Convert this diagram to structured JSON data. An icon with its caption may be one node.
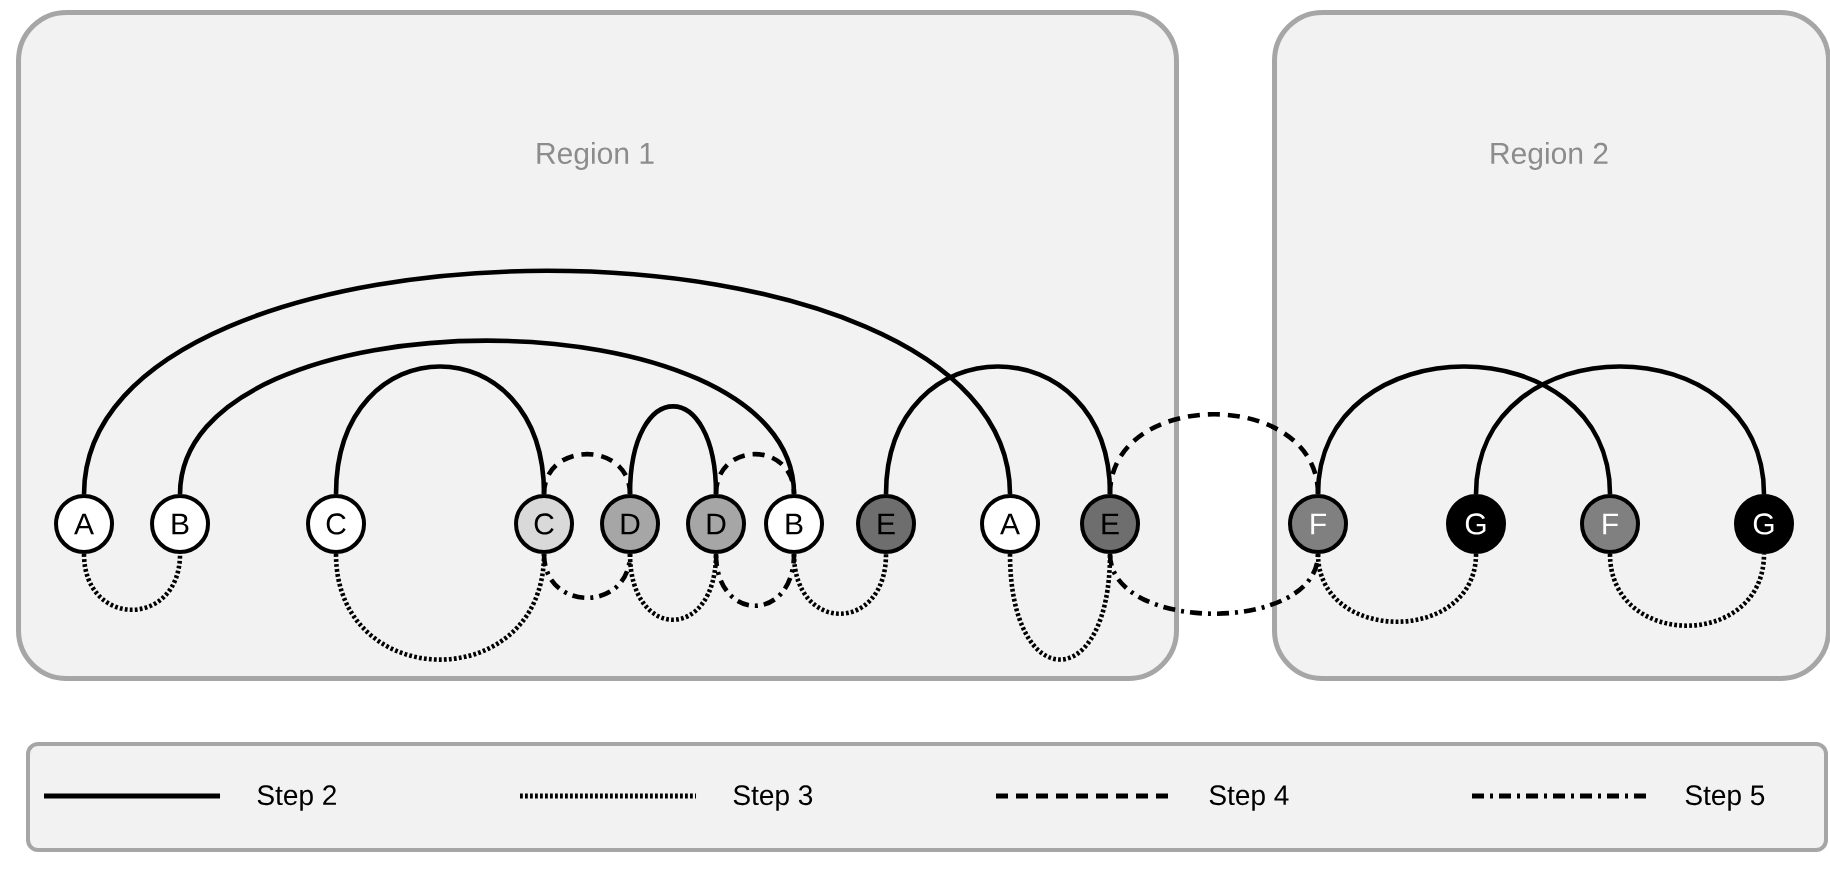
{
  "diagram": {
    "nodes": [
      {
        "text": [
          "Region 1"
        ]
      },
      {
        "text": [
          "Region 2"
        ]
      },
      {
        "text": [
          "A"
        ],
        "in": 0
      },
      {
        "text": [
          "B"
        ],
        "in": 0
      },
      {
        "text": [
          "C"
        ],
        "in": 0
      },
      {
        "text": [
          "C"
        ],
        "in": 0
      },
      {
        "text": [
          "D"
        ],
        "in": 0
      },
      {
        "text": [
          "D"
        ],
        "in": 0
      },
      {
        "text": [
          "B"
        ],
        "in": 0
      },
      {
        "text": [
          "E"
        ],
        "in": 0
      },
      {
        "text": [
          "A"
        ],
        "in": 0
      },
      {
        "text": [
          "E"
        ],
        "in": 0
      },
      {
        "text": [
          "F"
        ],
        "in": 1
      },
      {
        "text": [
          "G"
        ],
        "in": 1
      },
      {
        "text": [
          "F"
        ],
        "in": 1
      },
      {
        "text": [
          "G"
        ],
        "in": 1
      }
    ],
    "edges": [
      {
        "from": 2,
        "to": 10,
        "arrow": "none"
      },
      {
        "from": 3,
        "to": 8,
        "arrow": "none"
      },
      {
        "from": 4,
        "to": 5,
        "arrow": "none"
      },
      {
        "from": 6,
        "to": 7,
        "arrow": "none"
      },
      {
        "from": 9,
        "to": 11,
        "arrow": "none"
      },
      {
        "from": 12,
        "to": 14,
        "arrow": "none"
      },
      {
        "from": 13,
        "to": 15,
        "arrow": "none"
      },
      {
        "from": 2,
        "to": 3,
        "arrow": "none",
        "style": "dashed"
      },
      {
        "from": 4,
        "to": 5,
        "arrow": "none",
        "style": "dashed"
      },
      {
        "from": 6,
        "to": 7,
        "arrow": "none",
        "style": "dashed"
      },
      {
        "from": 8,
        "to": 9,
        "arrow": "none",
        "style": "dashed"
      },
      {
        "from": 10,
        "to": 11,
        "arrow": "none",
        "style": "dashed"
      },
      {
        "from": 12,
        "to": 13,
        "arrow": "none",
        "style": "dashed"
      },
      {
        "from": 14,
        "to": 15,
        "arrow": "none",
        "style": "dashed"
      },
      {
        "from": 5,
        "to": 6,
        "arrow": "none",
        "style": "dashed"
      },
      {
        "from": 5,
        "to": 6,
        "arrow": "none",
        "style": "dashed"
      },
      {
        "from": 7,
        "to": 8,
        "arrow": "none",
        "style": "dashed"
      },
      {
        "from": 7,
        "to": 8,
        "arrow": "none",
        "style": "dashed"
      },
      {
        "from": 11,
        "to": 12,
        "arrow": "none",
        "style": "dashed"
      },
      {
        "from": 11,
        "to": 12,
        "arrow": "none",
        "style": "dashed"
      }
    ],
    "legend": [
      {
        "text": "Step 2"
      },
      {
        "text": "Step 3"
      },
      {
        "text": "Step 4"
      },
      {
        "text": "Step 5"
      }
    ]
  }
}
